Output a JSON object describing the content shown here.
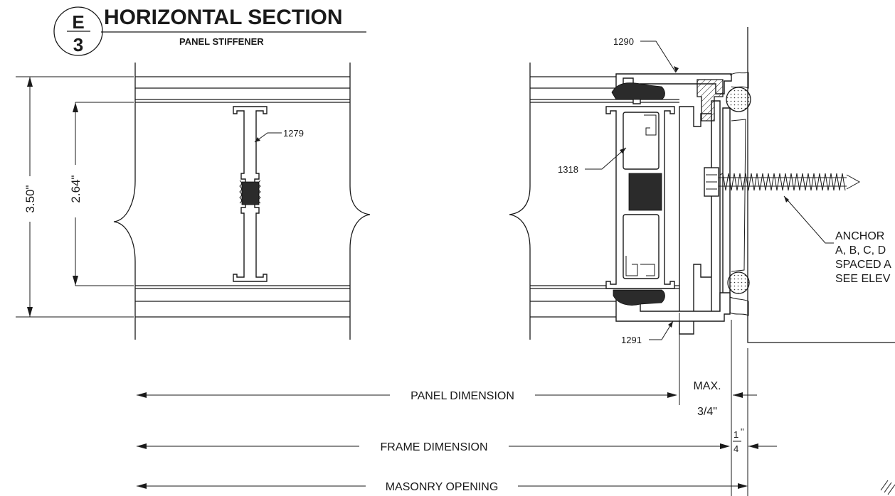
{
  "title": {
    "badge_top": "E",
    "badge_bottom": "3",
    "main": "HORIZONTAL SECTION",
    "sub": "PANEL STIFFENER"
  },
  "dimensions": {
    "overall_height": "3.50\"",
    "stiffener_height": "2.64\"",
    "panel": "PANEL DIMENSION",
    "frame": "FRAME DIMENSION",
    "masonry": "MASONRY OPENING",
    "max_gap_line1": "MAX.",
    "max_gap_line2": "3/4\"",
    "shim_num": "1",
    "shim_den": "4",
    "shim_unit": "\""
  },
  "part_tags": {
    "stiffener": "1279",
    "head_top": "1290",
    "head_bottom": "1291",
    "mullion": "1318"
  },
  "anchor_note": {
    "line1": "ANCHOR",
    "line2": "A, B, C, D",
    "line3": "SPACED A",
    "line4": "SEE ELEV"
  }
}
